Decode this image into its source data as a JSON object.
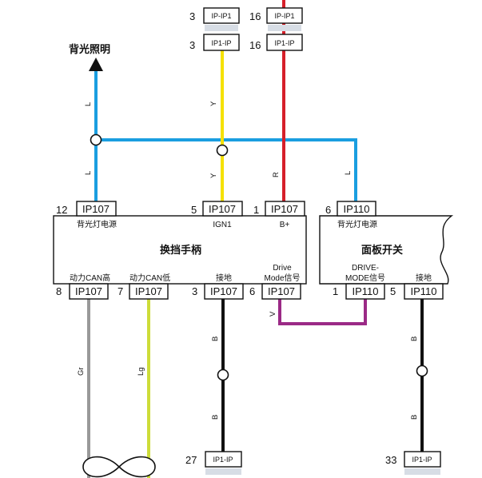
{
  "colors": {
    "L": "#1a9ee0",
    "Y": "#f5e100",
    "R": "#d6202a",
    "V": "#9b2a86",
    "B": "#111111",
    "Gr": "#999999",
    "Lg": "#cddc39"
  },
  "labels": {
    "backlight": "背光照明",
    "shifter_title": "换挡手柄",
    "panel_title": "面板开关"
  },
  "top_connectors": [
    {
      "pin": "3",
      "code": "IP-IP1"
    },
    {
      "pin": "16",
      "code": "IP-IP1"
    },
    {
      "pin": "3",
      "code": "IP1-IP"
    },
    {
      "pin": "16",
      "code": "IP1-IP"
    }
  ],
  "top_pins": [
    {
      "pin": "12",
      "connector": "IP107",
      "signal": "背光灯电源"
    },
    {
      "pin": "5",
      "connector": "IP107",
      "signal": "IGN1"
    },
    {
      "pin": "1",
      "connector": "IP107",
      "signal": "B+"
    },
    {
      "pin": "6",
      "connector": "IP110",
      "signal": "背光灯电源"
    }
  ],
  "bottom_pins": [
    {
      "pin": "8",
      "connector": "IP107",
      "signal": "动力CAN高"
    },
    {
      "pin": "7",
      "connector": "IP107",
      "signal": "动力CAN低"
    },
    {
      "pin": "3",
      "connector": "IP107",
      "signal": "接地"
    },
    {
      "pin": "6",
      "connector": "IP107",
      "signal_line1": "Drive",
      "signal_line2": "Mode信号"
    },
    {
      "pin": "1",
      "connector": "IP110",
      "signal_line1": "DRIVE-",
      "signal_line2": "MODE信号"
    },
    {
      "pin": "5",
      "connector": "IP110",
      "signal": "接地"
    }
  ],
  "wire_codes": {
    "backlight_up": "L",
    "backlight_down": "L",
    "ign_up": "Y",
    "ign_down": "Y",
    "bplus": "R",
    "panel_l": "L",
    "drive_mode": "V",
    "ground_left_up": "B",
    "ground_left_down": "B",
    "ground_right_up": "B",
    "ground_right_down": "B",
    "can_high": "Gr",
    "can_low": "Lg"
  },
  "bottom_connectors": [
    {
      "pin": "27",
      "code": "IP1-IP"
    },
    {
      "pin": "33",
      "code": "IP1-IP"
    }
  ]
}
